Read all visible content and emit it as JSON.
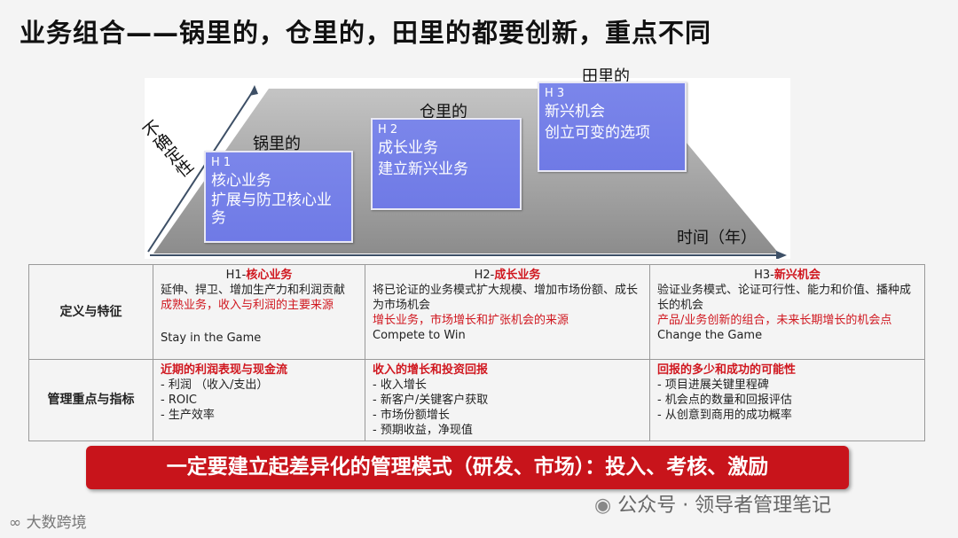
{
  "title": "业务组合——锅里的，仓里的，田里的都要创新，重点不同",
  "diagram": {
    "y_axis": "不确定性",
    "x_axis": "时间（年）",
    "horizons": [
      {
        "label": "锅里的",
        "code": "H 1",
        "lines": [
          "核心业务",
          "扩展与防卫核心业务"
        ]
      },
      {
        "label": "仓里的",
        "code": "H 2",
        "lines": [
          "成长业务",
          "建立新兴业务"
        ]
      },
      {
        "label": "田里的",
        "code": "H 3",
        "lines": [
          "新兴机会",
          "创立可变的选项"
        ]
      }
    ]
  },
  "table": {
    "row_headers": [
      "定义与特征",
      "管理重点与指标"
    ],
    "columns": [
      {
        "prefix": "H1-",
        "name": "核心业务",
        "desc": "延伸、捍卫、增加生产力和利润贡献",
        "highlight": "成熟业务，收入与利润的主要来源",
        "motto": "Stay  in the Game",
        "focus": "近期的利润表现与现金流",
        "metrics": [
          "- 利润  （收入/支出）",
          "- ROIC",
          "- 生产效率"
        ]
      },
      {
        "prefix": "H2-",
        "name": "成长业务",
        "desc": "将已论证的业务模式扩大规模、增加市场份额、成长为市场机会",
        "highlight": "增长业务，市场增长和扩张机会的来源",
        "motto": "Compete to Win",
        "focus": "收入的增长和投资回报",
        "metrics": [
          "- 收入增长",
          "- 新客户/关键客户获取",
          "- 市场份额增长",
          "- 预期收益，净现值"
        ]
      },
      {
        "prefix": "H3-",
        "name": "新兴机会",
        "desc": "验证业务模式、论证可行性、能力和价值、播种成长的机会",
        "highlight": "产品/业务创新的组合，未来长期增长的机会点",
        "motto": "Change the Game",
        "focus": "回报的多少和成功的可能性",
        "metrics": [
          "- 项目进展关键里程碑",
          "- 机会点的数量和回报评估",
          "- 从创意到商用的成功概率"
        ]
      }
    ]
  },
  "banner": "一定要建立起差异化的管理模式（研发、市场）：投入、考核、激励",
  "watermark": "公众号 · 领导者管理笔记",
  "logo": "大数跨境",
  "colors": {
    "accent_red": "#c8141b",
    "box_blue": "#7580e8"
  }
}
